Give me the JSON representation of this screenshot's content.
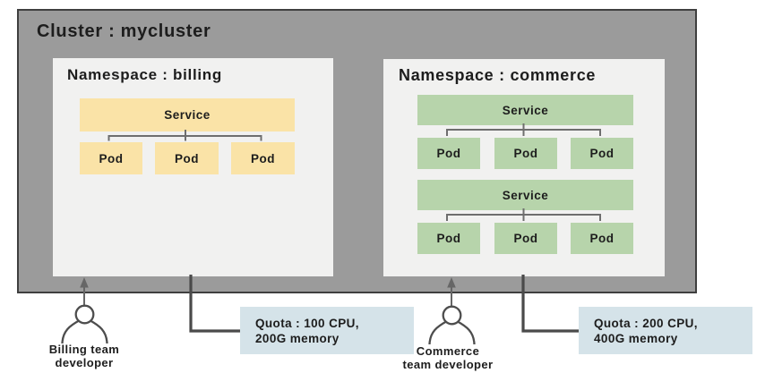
{
  "colors": {
    "cluster_bg": "#9B9B9B",
    "cluster_border": "#3F3F3F",
    "namespace_bg": "#F1F1F0",
    "billing_accent": "#FAE3A7",
    "commerce_accent": "#B7D4AB",
    "quota_bg": "#D5E3E9",
    "quota_connector": "#4A4A4A",
    "tree_line": "#6E6E6E",
    "arrow": "#666666",
    "text": "#1D1D1D"
  },
  "cluster": {
    "title": "Cluster : mycluster",
    "namespaces": [
      {
        "title": "Namespace : billing",
        "services": [
          {
            "label": "Service",
            "pods": [
              "Pod",
              "Pod",
              "Pod"
            ]
          }
        ],
        "quota": {
          "line1": "Quota : 100 CPU,",
          "line2": "200G memory"
        },
        "developer": {
          "line1": "Billing team",
          "line2": "developer"
        }
      },
      {
        "title": "Namespace : commerce",
        "services": [
          {
            "label": "Service",
            "pods": [
              "Pod",
              "Pod",
              "Pod"
            ]
          },
          {
            "label": "Service",
            "pods": [
              "Pod",
              "Pod",
              "Pod"
            ]
          }
        ],
        "quota": {
          "line1": "Quota : 200 CPU,",
          "line2": "400G memory"
        },
        "developer": {
          "line1": "Commerce",
          "line2": "team developer"
        }
      }
    ]
  }
}
